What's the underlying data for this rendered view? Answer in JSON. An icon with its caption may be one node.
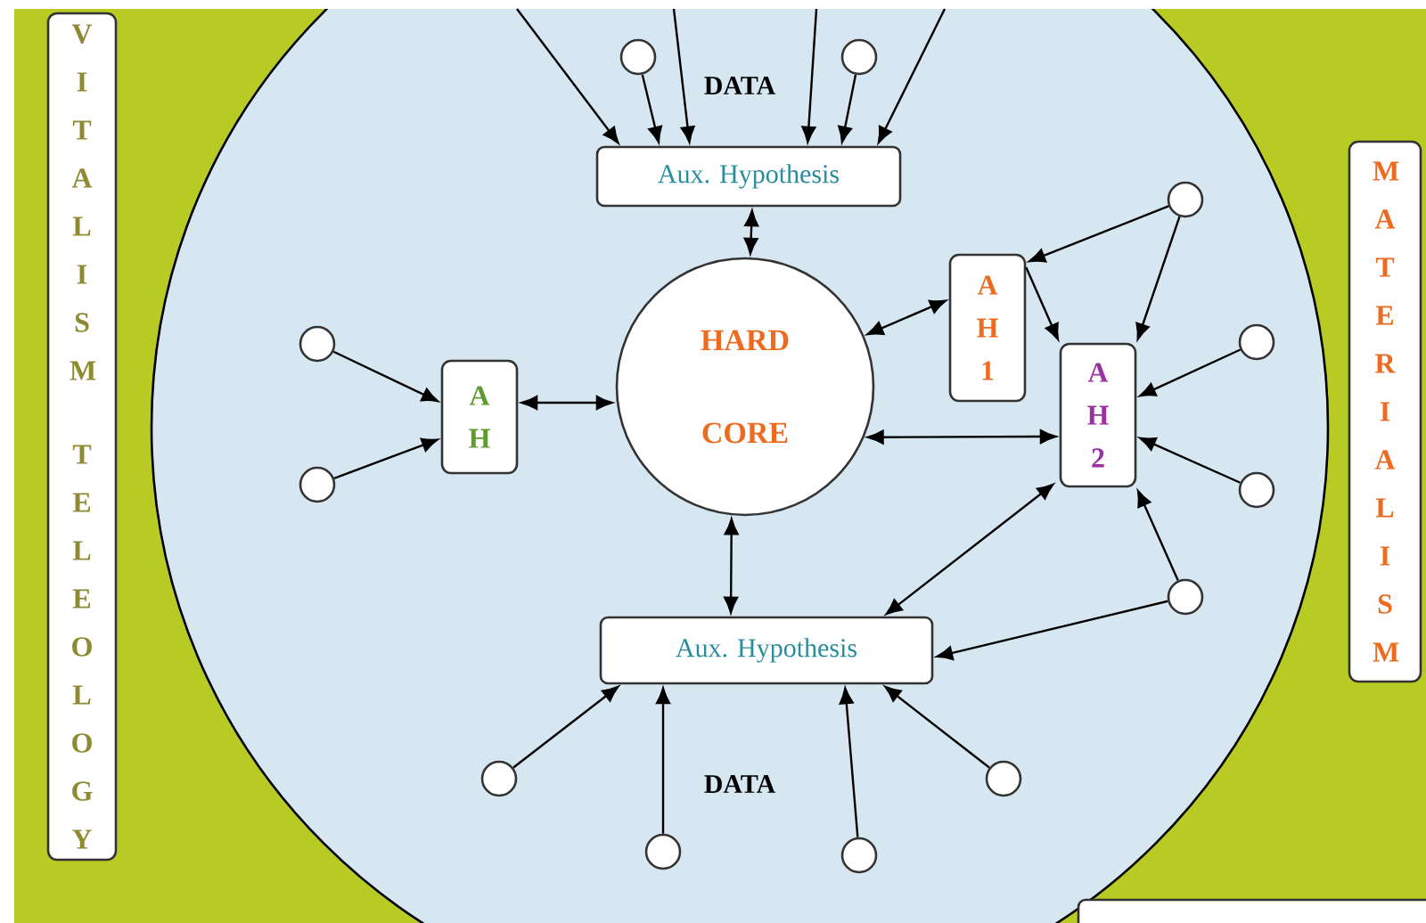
{
  "diagram": {
    "nodes": [
      {
        "text": [
          "V I T A L I S M",
          "T E L E O L O G Y"
        ]
      },
      {
        "text": [
          "M A T E R I A L I S M"
        ]
      },
      {
        "text": [
          "Aux. Hypothesis"
        ]
      },
      {
        "text": [],
        "shape": "circle"
      },
      {
        "text": [],
        "shape": "circle"
      },
      {
        "text": [
          "A H 1"
        ]
      },
      {
        "text": [],
        "shape": "circle"
      },
      {
        "text": [
          "A H"
        ]
      },
      {
        "text": [
          "HARD CORE"
        ]
      },
      {
        "text": [],
        "shape": "circle"
      },
      {
        "text": [
          "A H 2"
        ]
      },
      {
        "text": [],
        "shape": "circle"
      },
      {
        "text": [],
        "shape": "circle"
      },
      {
        "text": [],
        "shape": "circle"
      },
      {
        "text": [],
        "shape": "circle"
      },
      {
        "text": [
          "Aux. Hypothesis"
        ]
      },
      {
        "text": [],
        "shape": "circle"
      },
      {
        "text": [],
        "shape": "circle"
      },
      {
        "text": [],
        "shape": "circle"
      },
      {
        "text": [],
        "shape": "circle"
      },
      {
        "text": [],
        "shape": "box"
      }
    ],
    "edges": [
      {
        "from": null,
        "to": 2,
        "arrow": "to"
      },
      {
        "from": null,
        "to": 2,
        "arrow": "to"
      },
      {
        "from": null,
        "to": 2,
        "arrow": "to"
      },
      {
        "from": null,
        "to": 2,
        "arrow": "to"
      },
      {
        "from": 3,
        "to": 2,
        "arrow": "to"
      },
      {
        "from": 4,
        "to": 2,
        "arrow": "to"
      },
      {
        "from": 2,
        "to": 8,
        "arrow": "both"
      },
      {
        "from": 8,
        "to": 5,
        "arrow": "both"
      },
      {
        "from": 6,
        "to": 5,
        "arrow": "to"
      },
      {
        "from": 6,
        "to": 10,
        "arrow": "to"
      },
      {
        "from": 5,
        "to": 10,
        "arrow": "to"
      },
      {
        "from": 9,
        "to": 7,
        "arrow": "to"
      },
      {
        "from": 12,
        "to": 7,
        "arrow": "to"
      },
      {
        "from": 7,
        "to": 8,
        "arrow": "both"
      },
      {
        "from": 8,
        "to": 10,
        "arrow": "both"
      },
      {
        "from": 11,
        "to": 10,
        "arrow": "to"
      },
      {
        "from": 13,
        "to": 10,
        "arrow": "to"
      },
      {
        "from": 8,
        "to": 15,
        "arrow": "both"
      },
      {
        "from": 10,
        "to": 15,
        "arrow": "both"
      },
      {
        "from": 14,
        "to": 10,
        "arrow": "to"
      },
      {
        "from": 14,
        "to": 15,
        "arrow": "to"
      },
      {
        "from": 16,
        "to": 15,
        "arrow": "to"
      },
      {
        "from": 18,
        "to": 15,
        "arrow": "to"
      },
      {
        "from": 19,
        "to": 15,
        "arrow": "to"
      },
      {
        "from": 17,
        "to": 15,
        "arrow": "to"
      }
    ],
    "labels": [
      "DATA",
      "DATA"
    ]
  }
}
